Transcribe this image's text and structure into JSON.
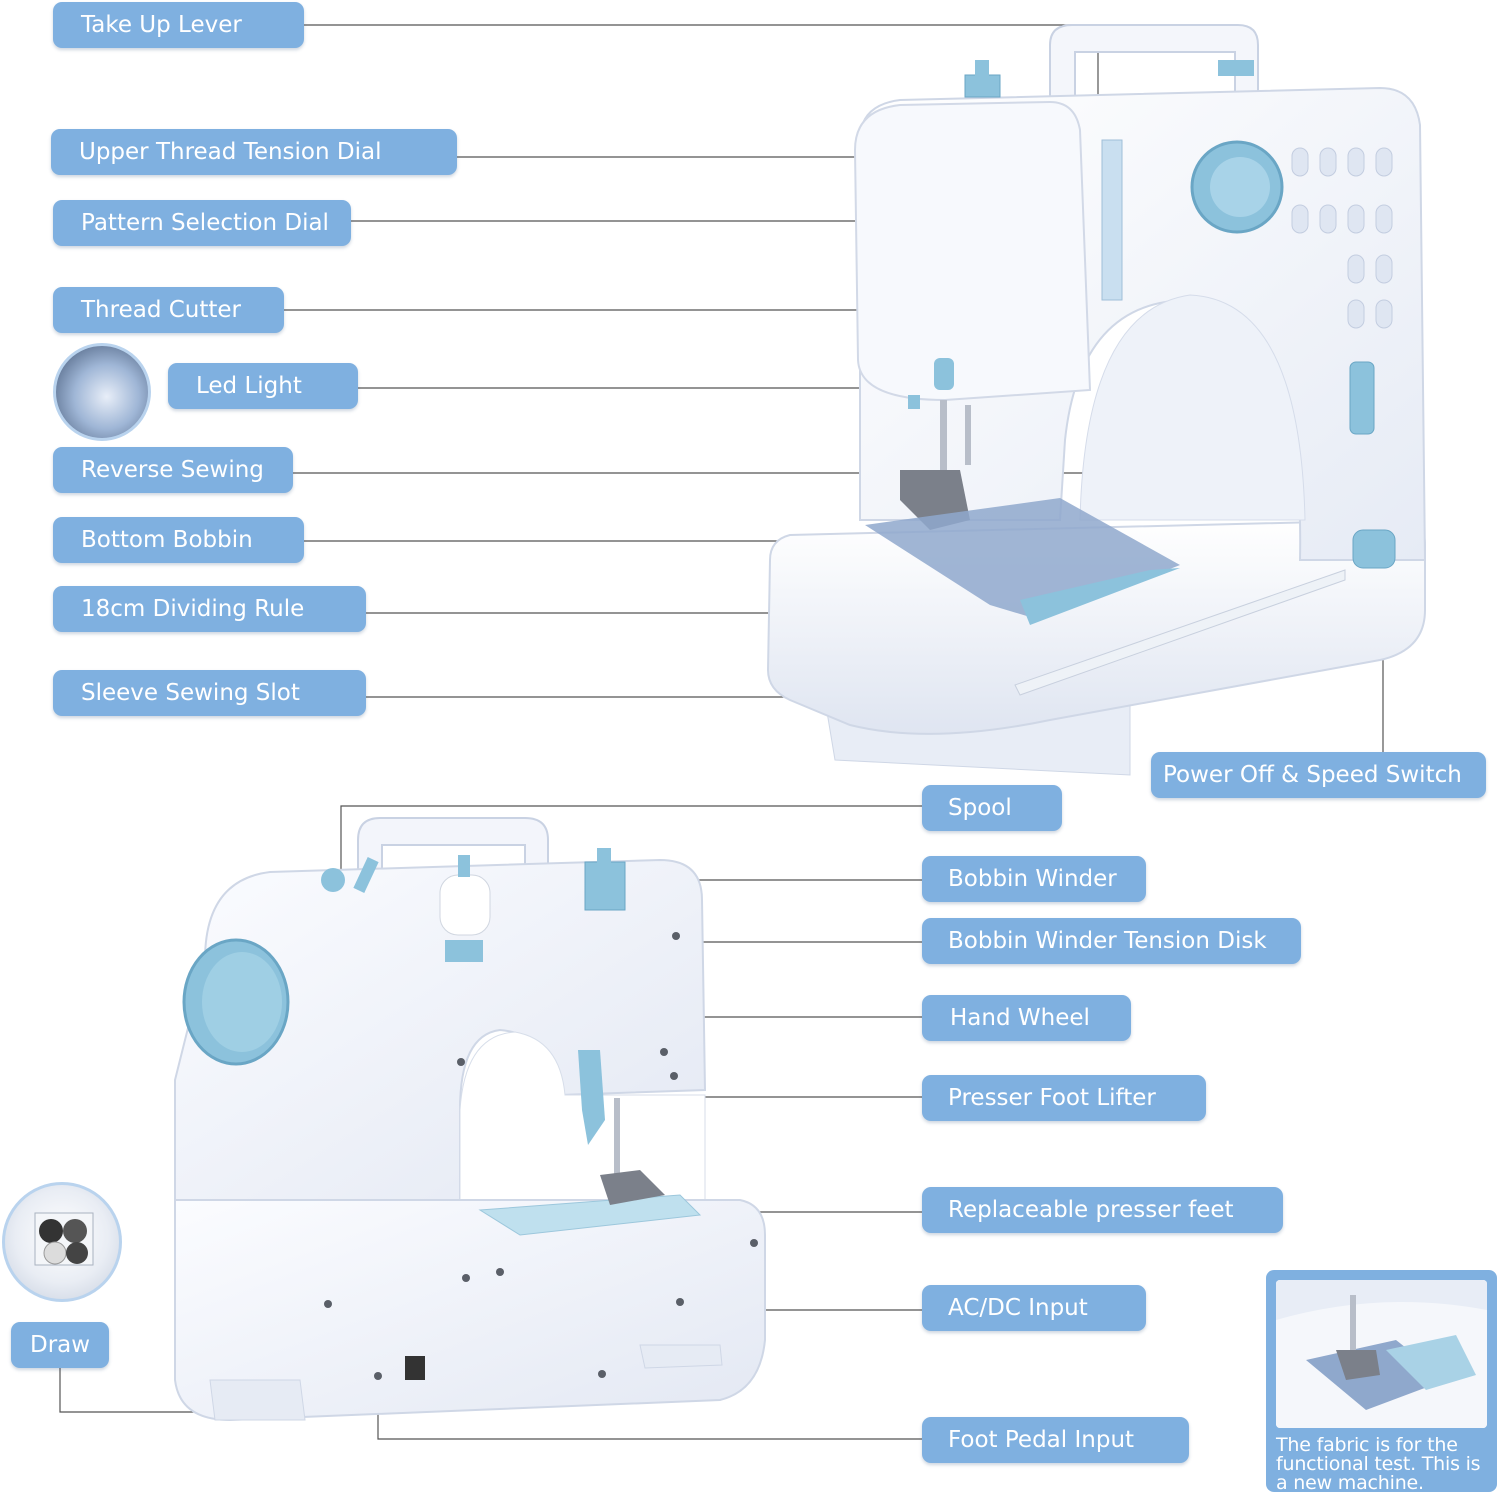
{
  "labels": {
    "take_up_lever": "Take Up Lever",
    "upper_thread_tension_dial": "Upper Thread Tension Dial",
    "pattern_selection_dial": "Pattern Selection Dial",
    "thread_cutter": "Thread Cutter",
    "led_light": "Led Light",
    "reverse_sewing": "Reverse Sewing",
    "bottom_bobbin": "Bottom Bobbin",
    "dividing_rule": "18cm Dividing Rule",
    "sleeve_sewing_slot": "Sleeve Sewing Slot",
    "power_switch": "Power Off & Speed Switch",
    "spool": "Spool",
    "bobbin_winder": "Bobbin Winder",
    "bobbin_winder_tension_disk": "Bobbin Winder Tension Disk",
    "hand_wheel": "Hand Wheel",
    "presser_foot_lifter": "Presser Foot Lifter",
    "replaceable_presser_feet": "Replaceable presser feet",
    "ac_dc_input": "AC/DC Input",
    "foot_pedal_input": "Foot Pedal Input",
    "draw": "Draw"
  },
  "note": {
    "text": "The fabric is for the functional test. This is a new machine."
  },
  "colors": {
    "label_bg": "#7fb0e0",
    "label_text": "#ffffff",
    "accent_blue": "#8cc2dc",
    "machine_white": "#f4f6fb",
    "leader_line": "#555555"
  }
}
